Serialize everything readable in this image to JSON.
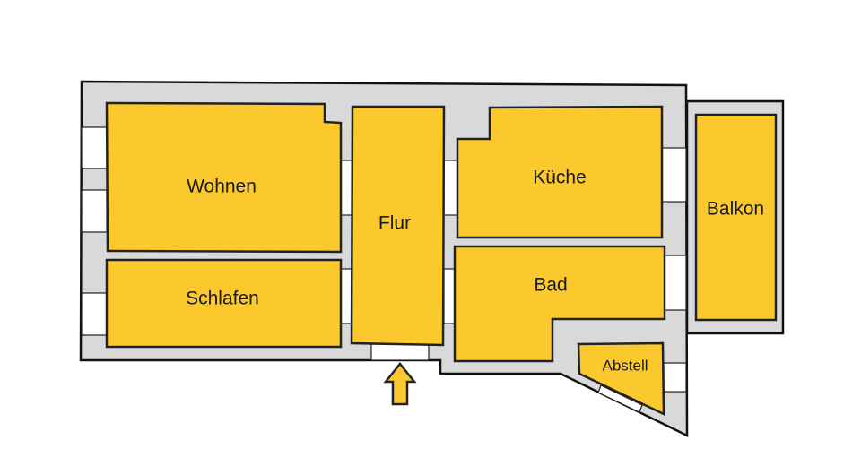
{
  "rooms": {
    "wohnen": "Wohnen",
    "schlafen": "Schlafen",
    "flur": "Flur",
    "kueche": "Küche",
    "bad": "Bad",
    "balkon": "Balkon",
    "abstell": "Abstell"
  },
  "colors": {
    "room_fill": "#fbc92d",
    "wall_fill": "#d9d9d9",
    "outline": "#111111"
  }
}
